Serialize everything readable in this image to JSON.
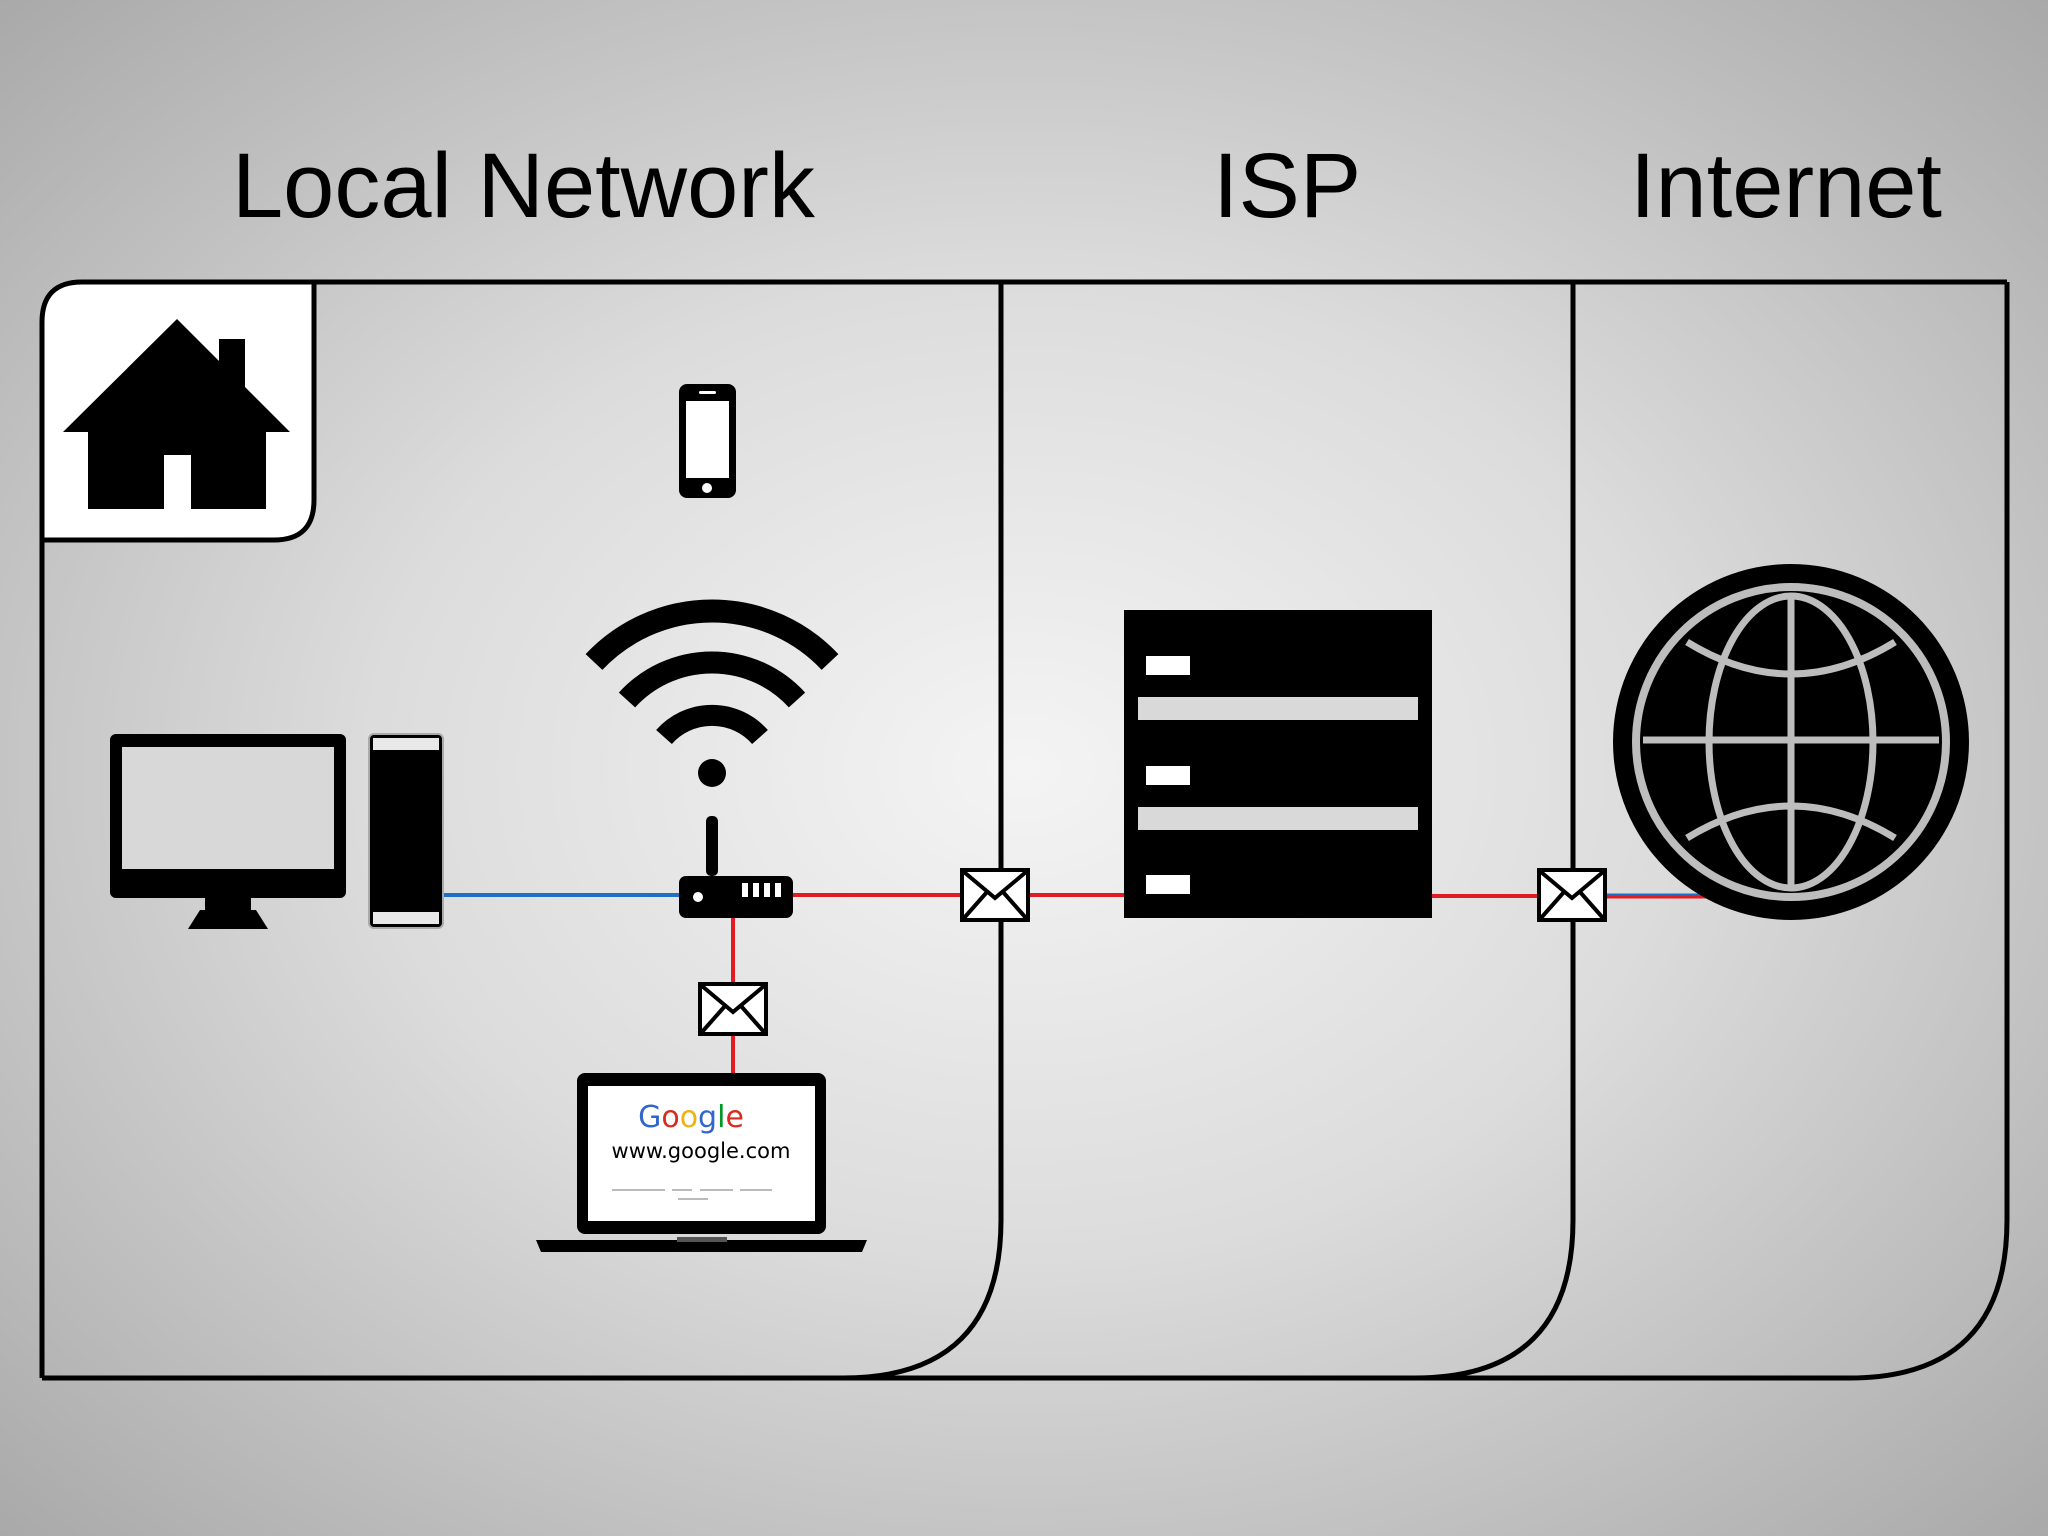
{
  "zones": [
    {
      "id": "local",
      "title": "Local Network"
    },
    {
      "id": "isp",
      "title": "ISP"
    },
    {
      "id": "internet",
      "title": "Internet"
    }
  ],
  "laptop": {
    "browser_logo": "Google",
    "url": "www.google.com"
  },
  "icons": [
    "home-icon",
    "smartphone-icon",
    "wifi-icon",
    "desktop-monitor-icon",
    "desktop-tower-icon",
    "router-icon",
    "envelope-icon",
    "laptop-icon",
    "server-rack-icon",
    "globe-icon"
  ],
  "connections": [
    {
      "from": "desktop",
      "to": "router",
      "kind": "wired-local",
      "color": "#1f6fc2"
    },
    {
      "from": "router",
      "to": "laptop",
      "kind": "data",
      "color": "#e21b23",
      "carries": "envelope"
    },
    {
      "from": "router",
      "to": "isp-servers",
      "kind": "data",
      "color": "#e21b23",
      "carries": "envelope"
    },
    {
      "from": "isp-servers",
      "to": "internet",
      "kind": "data",
      "color": "#e21b23",
      "carries": "envelope"
    }
  ],
  "colors": {
    "line_local": "#1f6fc2",
    "line_data": "#e21b23",
    "google_blue": "#3366cc",
    "google_red": "#d62d20",
    "google_yellow": "#eeb211",
    "google_green": "#009925"
  }
}
